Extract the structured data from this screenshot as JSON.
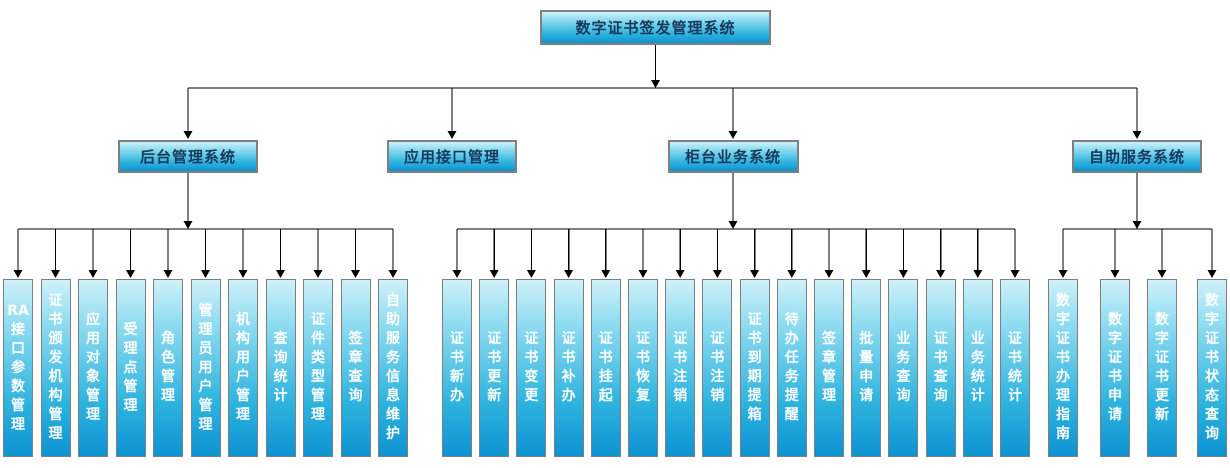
{
  "root": {
    "label": "数字证书签发管理系统"
  },
  "branches": [
    {
      "label": "后台管理系统",
      "children": [
        "RA接口参数管理",
        "证书颁发机构管理",
        "应用对象管理",
        "受理点管理",
        "角色管理",
        "管理员用户管理",
        "机构用户管理",
        "查询统计",
        "证件类型管理",
        "签章查询",
        "自助服务信息维护"
      ]
    },
    {
      "label": "应用接口管理",
      "children": []
    },
    {
      "label": "柜台业务系统",
      "children": [
        "证书新办",
        "证书更新",
        "证书变更",
        "证书补办",
        "证书挂起",
        "证书恢复",
        "证书注销",
        "证书注销",
        "证书到期提箱",
        "待办任务提醒",
        "签章管理",
        "批量申请",
        "业务查询",
        "证书查询",
        "业务统计",
        "证书统计"
      ]
    },
    {
      "label": "自助服务系统",
      "children": [
        "数字证书办理指南",
        "数字证书申请",
        "数字证书更新",
        "数字证书状态查询"
      ]
    }
  ],
  "colors": {
    "box_gradient_top": "#cff1fa",
    "box_gradient_mid": "#2eb3de",
    "box_gradient_bottom": "#0d93d2",
    "title_text": "#16395b",
    "leaf_text": "#ffffff",
    "box_border": "#7f7f7f",
    "connector_line": "#000000"
  }
}
